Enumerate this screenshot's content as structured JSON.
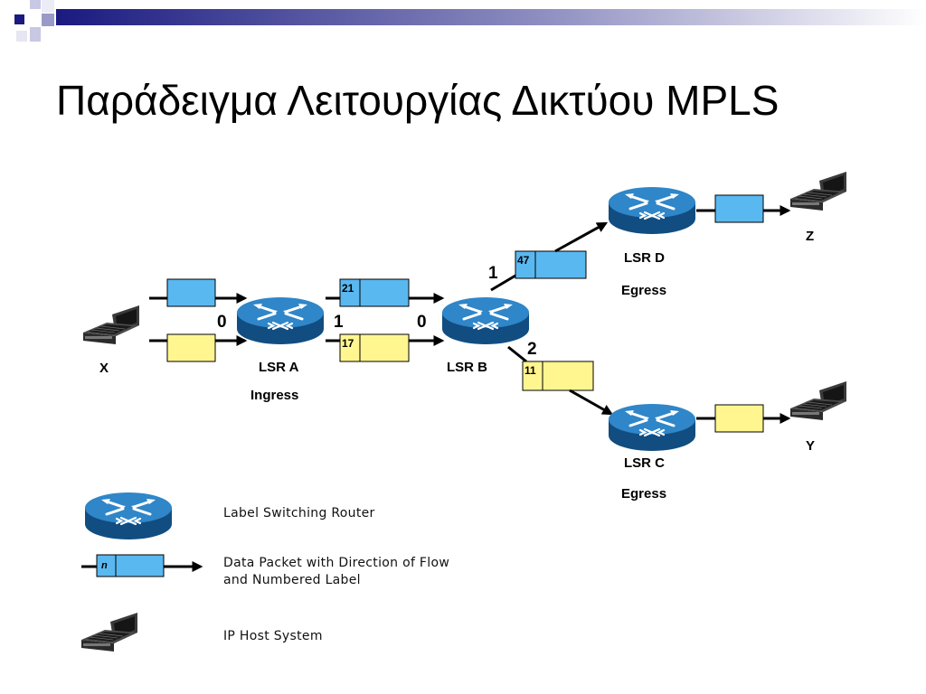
{
  "title": "Παράδειγμα Λειτουργίας Δικτύου MPLS",
  "colors": {
    "router_blue": "#1e6aa8",
    "packet_blue": "#5ab8f0",
    "packet_yellow": "#fff68f",
    "header_navy": "#1a1a80"
  },
  "nodes": {
    "lsr_a": {
      "name": "LSR A",
      "role": "Ingress"
    },
    "lsr_b": {
      "name": "LSR B"
    },
    "lsr_c": {
      "name": "LSR C",
      "role": "Egress"
    },
    "lsr_d": {
      "name": "LSR D",
      "role": "Egress"
    },
    "host_x": "X",
    "host_y": "Y",
    "host_z": "Z"
  },
  "ports": {
    "a_in": "0",
    "a_out": "1",
    "b_in": "0",
    "b_out_up": "1",
    "b_out_down": "2"
  },
  "labels": {
    "a_to_b_blue": "21",
    "a_to_b_yellow": "17",
    "b_to_d": "47",
    "b_to_c": "11"
  },
  "legend": {
    "router": "Label Switching Router",
    "packet_line1": "Data Packet with Direction of Flow",
    "packet_line2": "and Numbered Label",
    "packet_tag": "n",
    "host": "IP Host System"
  }
}
